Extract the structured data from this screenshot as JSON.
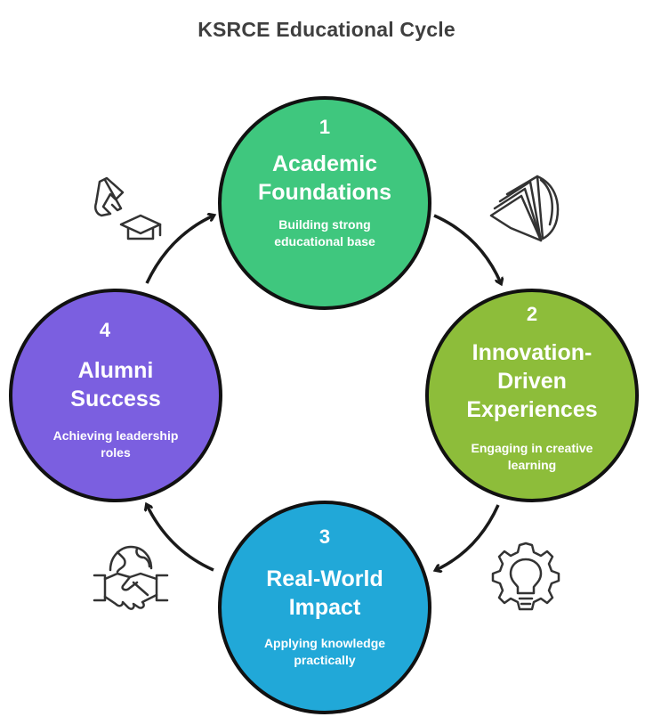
{
  "title": "KSRCE Educational Cycle",
  "stages": [
    {
      "number": "1",
      "title": "Academic Foundations",
      "description": "Building strong educational base",
      "color": "#3fc77e",
      "icon": "books-icon"
    },
    {
      "number": "2",
      "title": "Innovation-Driven Experiences",
      "description": "Engaging in creative learning",
      "color": "#8dbd3a",
      "icon": "lightbulb-gear-icon"
    },
    {
      "number": "3",
      "title": "Real-World Impact",
      "description": "Applying knowledge practically",
      "color": "#21a8d8",
      "icon": "globe-handshake-icon"
    },
    {
      "number": "4",
      "title": "Alumni Success",
      "description": "Achieving leadership roles",
      "color": "#7b5fe0",
      "icon": "flag-graduation-cap-icon"
    }
  ],
  "connector_color": "#1a1a1a"
}
